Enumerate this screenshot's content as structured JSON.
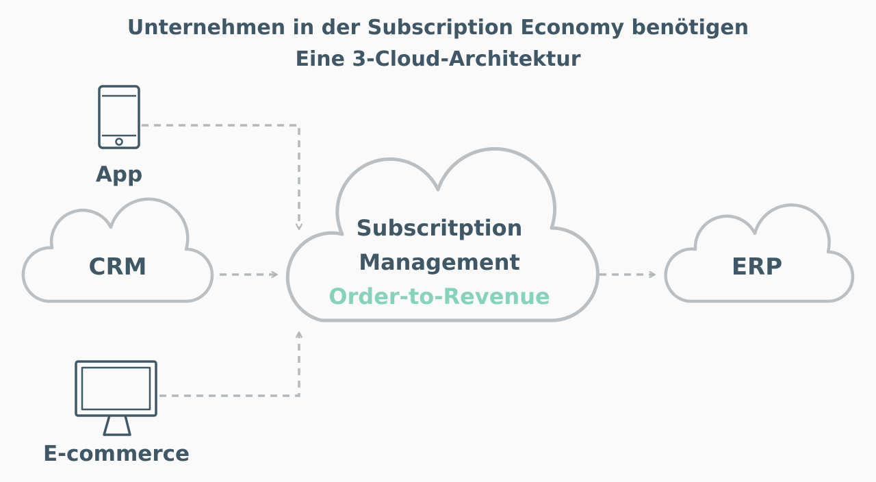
{
  "title": {
    "line1": "Unternehmen in der Subscription Economy benötigen",
    "line2": "Eine 3-Cloud-Architektur"
  },
  "nodes": {
    "app": {
      "label": "App",
      "icon": "smartphone-icon"
    },
    "crm": {
      "label": "CRM",
      "icon": "cloud-icon"
    },
    "ecommerce": {
      "label": "E-commerce",
      "icon": "monitor-icon"
    },
    "center": {
      "line1": "Subscritption",
      "line2": "Management",
      "line3": "Order-to-Revenue",
      "icon": "cloud-icon"
    },
    "erp": {
      "label": "ERP",
      "icon": "cloud-icon"
    }
  },
  "colors": {
    "text": "#3f5867",
    "outline": "#b9bfc3",
    "arrow": "#b3b9bd",
    "accent": "#86d3bd",
    "background": "#fafafa"
  }
}
